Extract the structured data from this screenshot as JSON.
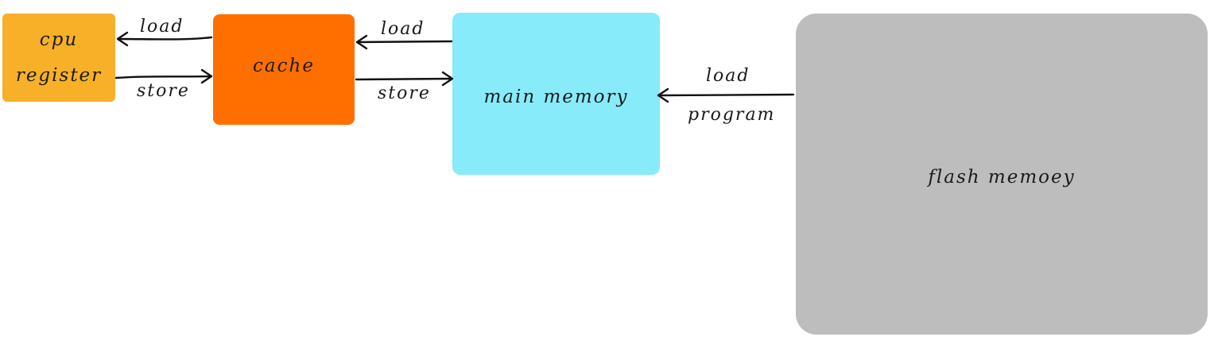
{
  "nodes": {
    "cpu": {
      "label_line1": "cpu",
      "label_line2": "register",
      "color": "#F7B027"
    },
    "cache": {
      "label": "cache",
      "color": "#FF6F00"
    },
    "main_memory": {
      "label": "main memory",
      "color": "#87EBFA"
    },
    "flash_memory": {
      "label": "flash memoey",
      "color": "#BDBDBD"
    }
  },
  "edges": {
    "cache_to_cpu": {
      "label": "load"
    },
    "cpu_to_cache": {
      "label": "store"
    },
    "main_to_cache": {
      "label": "load"
    },
    "cache_to_main": {
      "label": "store"
    },
    "flash_to_main": {
      "label_line1": "load",
      "label_line2": "program"
    }
  }
}
